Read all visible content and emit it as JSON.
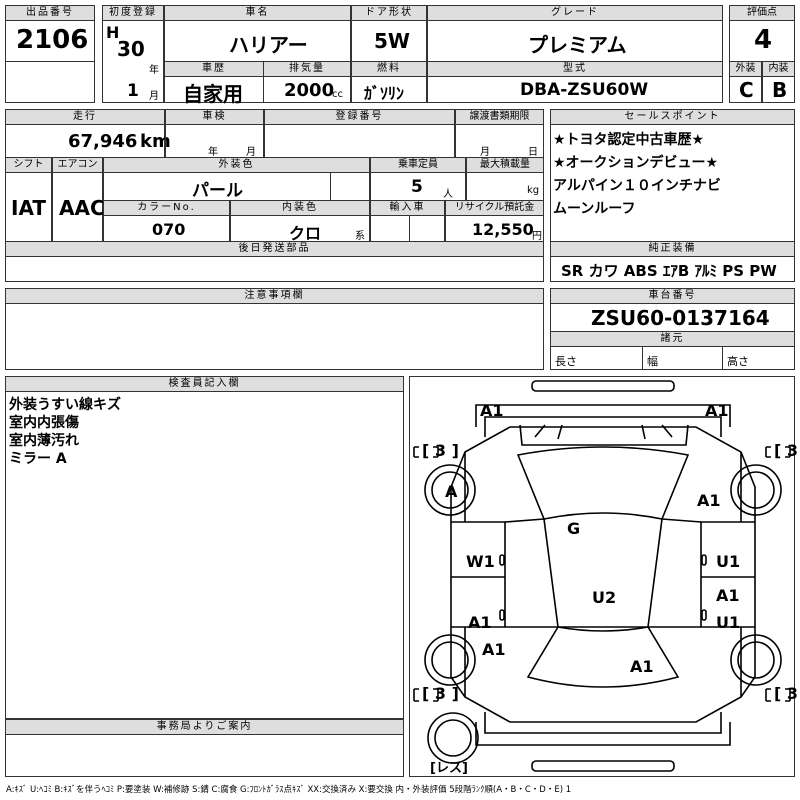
{
  "header": {
    "lot_label": "出品番号",
    "lot": "2106",
    "first_reg_label": "初度登録",
    "era": "H",
    "year": "30",
    "year_unit": "年",
    "month": "1",
    "month_unit": "月",
    "model_label": "車名",
    "model": "ハリアー",
    "history_label": "車歴",
    "history": "自家用",
    "displacement_label": "排気量",
    "displacement": "2000",
    "displacement_unit": "cc",
    "door_label": "ドア形状",
    "door": "5W",
    "fuel_label": "燃料",
    "fuel": "ｶﾞｿﾘﾝ",
    "grade_label": "グレード",
    "grade": "プレミアム",
    "type_label": "型式",
    "type": "DBA-ZSU60W",
    "score_label": "評価点",
    "score": "4",
    "exterior_label": "外装",
    "exterior": "C",
    "interior_label": "内装",
    "interior": "B"
  },
  "row2": {
    "mileage_label": "走行",
    "mileage": "67,946",
    "mileage_unit": "km",
    "inspection_label": "車検",
    "inspection_year_unit": "年",
    "inspection_month_unit": "月",
    "regno_label": "登録番号",
    "transfer_label": "譲渡書類期限",
    "transfer_month_unit": "月",
    "transfer_day_unit": "日",
    "shift_label": "シフト",
    "shift": "IAT",
    "ac_label": "エアコン",
    "ac": "AAC",
    "color_label": "外装色",
    "color": "パール",
    "capacity_label": "乗車定員",
    "capacity": "5",
    "capacity_unit": "人",
    "maxload_label": "最大積載量",
    "maxload_unit": "kg",
    "color_no_label": "カラーNo.",
    "color_no": "070",
    "int_color_label": "内装色",
    "int_color": "クロ",
    "int_color_unit": "系",
    "import_label": "輸入車",
    "recycle_label": "リサイクル預託金",
    "recycle": "12,550",
    "recycle_unit": "円",
    "later_parts_label": "後日発送部品"
  },
  "sales": {
    "label": "セールスポイント",
    "lines": [
      "★トヨタ認定中古車歴★",
      "★オークションデビュー★",
      "アルパイン１０インチナビ",
      "ムーンルーフ"
    ]
  },
  "equipment": {
    "label": "純正装備",
    "items": "SR カワ ABS ｴｱB ｱﾙﾐ PS PW"
  },
  "notes_label": "注意事項欄",
  "chassis": {
    "label": "車台番号",
    "value": "ZSU60-0137164",
    "spec_label": "諸元",
    "length_label": "長さ",
    "width_label": "幅",
    "height_label": "高さ"
  },
  "inspector": {
    "label": "検査員記入欄",
    "lines": [
      "外装うすい線キズ",
      "室内内張傷",
      "室内薄汚れ",
      "ミラー A"
    ]
  },
  "office_label": "事務局よりご案内",
  "diagram": {
    "marks": {
      "front_left": "A1",
      "front_right": "A1",
      "tire_fl": "3",
      "tire_fr": "3",
      "tire_rl": "3",
      "tire_rr": "3",
      "wheel_fl": "A",
      "fender_fr": "A1",
      "glass": "G",
      "door_l": "W1",
      "door_r": "U1",
      "roof": "U2",
      "quarter_r1": "A1",
      "quarter_r2": "U1",
      "rear_l1": "A1",
      "rear_l2": "A1",
      "rear_r": "A1",
      "spare": "レス"
    }
  },
  "legend": "A:ｷｽﾞ U:ﾍｺﾐ B:ｷｽﾞを伴うﾍｺﾐ P:要塗装 W:補修跡 S:錆 C:腐食 G:ﾌﾛﾝﾄｶﾞﾗｽ点ｷｽﾞ XX:交換済み X:要交換 内・外装評価 5段階ﾗﾝｸ順(A・B・C・D・E) 1"
}
